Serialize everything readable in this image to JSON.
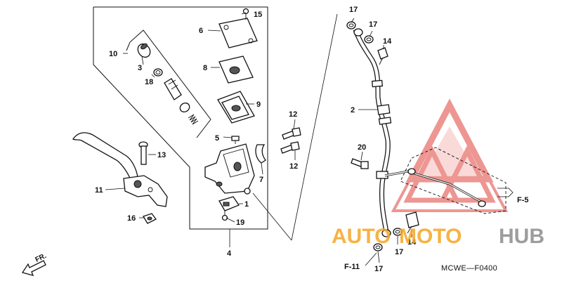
{
  "callouts": {
    "c1": "1",
    "c2": "2",
    "c3": "3",
    "c4": "4",
    "c5": "5",
    "c6": "6",
    "c7": "7",
    "c8": "8",
    "c9": "9",
    "c10": "10",
    "c11": "11",
    "c12a": "12",
    "c12b": "12",
    "c13": "13",
    "c14a": "14",
    "c14b": "14",
    "c15": "15",
    "c16": "16",
    "c17a": "17",
    "c17b": "17",
    "c17c": "17",
    "c17d": "17",
    "c18": "18",
    "c19": "19",
    "c20": "20"
  },
  "refs": {
    "f5": "F-5",
    "f11": "F-11"
  },
  "direction": "FR.",
  "diagram_code": "MCWE—F0400",
  "watermark": {
    "part1": "AUTO",
    "part2": "MOTO",
    "part3": "HUB",
    "accent": "#f5a623",
    "secondary": "#8c8c8c",
    "logo": "#e0413a"
  }
}
